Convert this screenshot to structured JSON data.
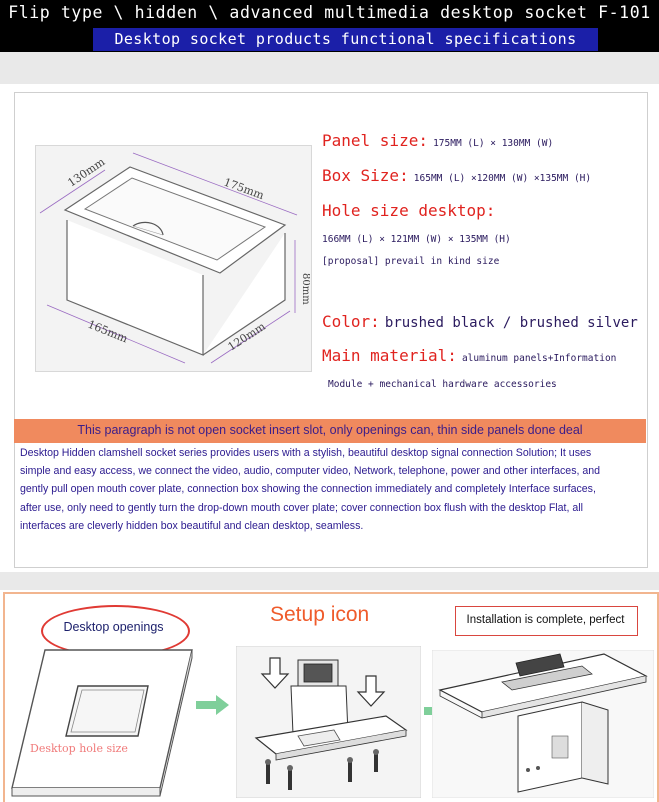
{
  "header": {
    "title": "Flip type \\ hidden \\ advanced multimedia desktop socket  F-101",
    "subtitle": "Desktop socket products functional specifications"
  },
  "diagram": {
    "dim_width": "130mm",
    "dim_length": "175mm",
    "dim_height": "80mm",
    "dim_box_length": "165mm",
    "dim_box_width": "120mm"
  },
  "specs": {
    "panel_label": "Panel size:",
    "panel_value": "175MM (L) × 130MM (W)",
    "box_label": "Box Size:",
    "box_value": "165MM (L) ×120MM (W) ×135MM (H)",
    "hole_label": "Hole size desktop:",
    "hole_value": "166MM (L) × 121MM (W) × 135MM (H)",
    "hole_note": "[proposal] prevail in kind size",
    "color_label": "Color:",
    "color_value": "brushed black / brushed silver",
    "material_label": "Main material:",
    "material_value": "aluminum panels+Information",
    "material_value2": "Module + mechanical hardware accessories"
  },
  "notice": "This paragraph is not open socket insert slot, only openings can, thin side panels done deal",
  "description": [
    "Desktop Hidden clamshell socket series provides users with a stylish, beautiful desktop signal connection Solution; It uses",
    "simple and easy access, we connect the video, audio, computer video, Network, telephone, power and other interfaces, and",
    "gently pull open mouth cover plate, connection box showing the connection immediately and completely  Interface surfaces,",
    "after use, only need to gently turn the drop-down mouth cover plate; cover connection box flush with the desktop Flat, all",
    "interfaces are cleverly hidden box beautiful and clean desktop, seamless."
  ],
  "setup": {
    "title": "Setup icon",
    "openings_label": "Desktop openings",
    "complete_label": "Installation is complete, perfect",
    "hole_size_label": "Desktop hole size"
  },
  "colors": {
    "accent_red": "#e0231f",
    "band_blue": "#1b1fa8",
    "band_orange": "#f08a5e",
    "text_navy": "#2b1a8f",
    "arrow_green": "#7fcf9a"
  }
}
